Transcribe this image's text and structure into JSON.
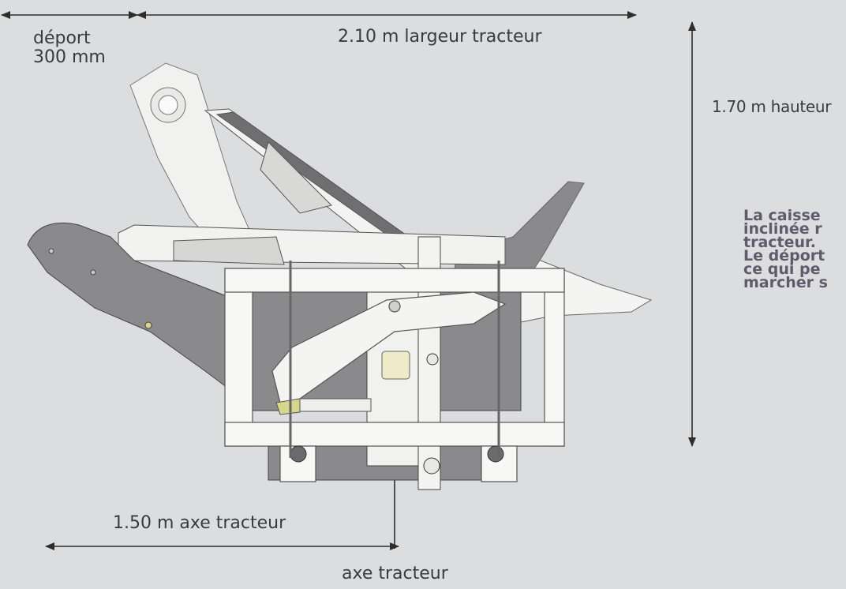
{
  "dimensions": {
    "offset_line1": "déport",
    "offset_line2": "300 mm",
    "tractor_width": "2.10 m largeur tracteur",
    "height": "1.70 m hauteur",
    "tractor_axis_distance": "1.50 m axe tracteur",
    "tractor_axis": "axe tracteur"
  },
  "description": {
    "lines": [
      "La caisse",
      "inclinée r",
      "tracteur.",
      "Le déport",
      "ce qui pe",
      "marcher s"
    ]
  },
  "colors": {
    "background": "#dcdddf",
    "panel_grey": "#8a8a8d",
    "frame_white": "#f7f7f5",
    "dimension_line": "#3a3a3a",
    "text": "#3b3b3b",
    "description_text": "#5f5b6a"
  }
}
